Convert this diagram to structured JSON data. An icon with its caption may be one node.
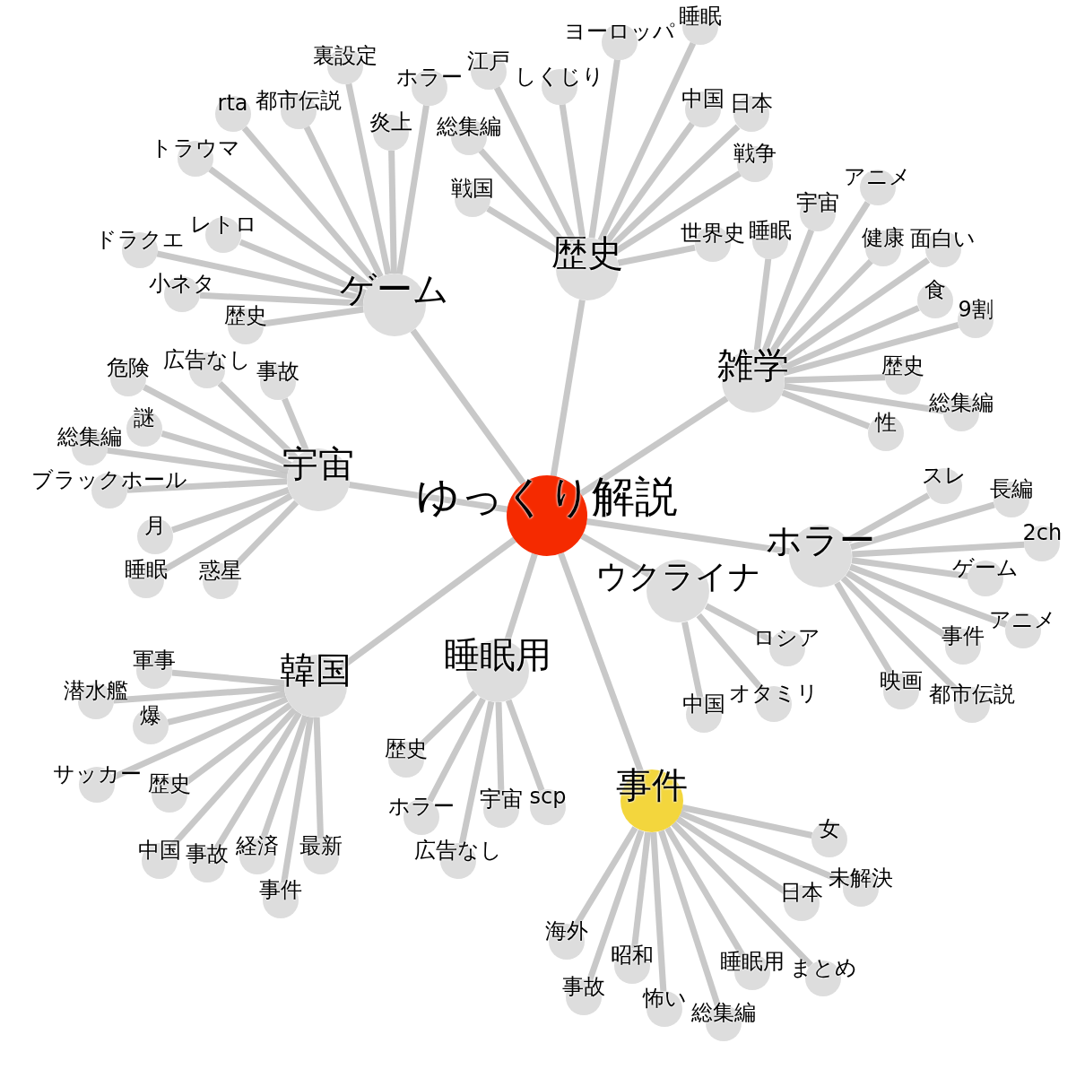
{
  "diagram": {
    "nodes": [
      {
        "text": [
          "ゆっくり解説"
        ]
      },
      {
        "text": [
          "歴史"
        ]
      },
      {
        "text": [
          "江戸"
        ]
      },
      {
        "text": [
          "睡眠"
        ]
      },
      {
        "text": [
          "総集編"
        ]
      },
      {
        "text": [
          "ヨーロッパ"
        ]
      },
      {
        "text": [
          "日本"
        ]
      },
      {
        "text": [
          "しくじり"
        ]
      },
      {
        "text": [
          "中国"
        ]
      },
      {
        "text": [
          "戦争"
        ]
      },
      {
        "text": [
          "戦国"
        ]
      },
      {
        "text": [
          "世界史"
        ]
      },
      {
        "text": [
          "ゲーム"
        ]
      },
      {
        "text": [
          "rta"
        ]
      },
      {
        "text": [
          "裏設定"
        ]
      },
      {
        "text": [
          "ホラー"
        ]
      },
      {
        "text": [
          "トラウマ"
        ]
      },
      {
        "text": [
          "都市伝説"
        ]
      },
      {
        "text": [
          "炎上"
        ]
      },
      {
        "text": [
          "ドラクエ"
        ]
      },
      {
        "text": [
          "レトロ"
        ]
      },
      {
        "text": [
          "小ネタ"
        ]
      },
      {
        "text": [
          "歴史"
        ]
      },
      {
        "text": [
          "雑学"
        ]
      },
      {
        "text": [
          "宇宙"
        ]
      },
      {
        "text": [
          "アニメ"
        ]
      },
      {
        "text": [
          "睡眠"
        ]
      },
      {
        "text": [
          "面白い"
        ]
      },
      {
        "text": [
          "健康"
        ]
      },
      {
        "text": [
          "食"
        ]
      },
      {
        "text": [
          "9割"
        ]
      },
      {
        "text": [
          "歴史"
        ]
      },
      {
        "text": [
          "総集編"
        ]
      },
      {
        "text": [
          "性"
        ]
      },
      {
        "text": [
          "宇宙"
        ]
      },
      {
        "text": [
          "広告なし"
        ]
      },
      {
        "text": [
          "危険"
        ]
      },
      {
        "text": [
          "事故"
        ]
      },
      {
        "text": [
          "謎"
        ]
      },
      {
        "text": [
          "総集編"
        ]
      },
      {
        "text": [
          "ブラックホール"
        ]
      },
      {
        "text": [
          "月"
        ]
      },
      {
        "text": [
          "睡眠"
        ]
      },
      {
        "text": [
          "惑星"
        ]
      },
      {
        "text": [
          "ホラー"
        ]
      },
      {
        "text": [
          "スレ"
        ]
      },
      {
        "text": [
          "長編"
        ]
      },
      {
        "text": [
          "2ch"
        ]
      },
      {
        "text": [
          "ゲーム"
        ]
      },
      {
        "text": [
          "アニメ"
        ]
      },
      {
        "text": [
          "事件"
        ]
      },
      {
        "text": [
          "都市伝説"
        ]
      },
      {
        "text": [
          "映画"
        ]
      },
      {
        "text": [
          "ウクライナ"
        ]
      },
      {
        "text": [
          "ロシア"
        ]
      },
      {
        "text": [
          "オタミリ"
        ]
      },
      {
        "text": [
          "中国"
        ]
      },
      {
        "text": [
          "韓国"
        ]
      },
      {
        "text": [
          "軍事"
        ]
      },
      {
        "text": [
          "潜水艦"
        ]
      },
      {
        "text": [
          "爆"
        ]
      },
      {
        "text": [
          "サッカー"
        ]
      },
      {
        "text": [
          "歴史"
        ]
      },
      {
        "text": [
          "経済"
        ]
      },
      {
        "text": [
          "中国"
        ]
      },
      {
        "text": [
          "事故"
        ]
      },
      {
        "text": [
          "最新"
        ]
      },
      {
        "text": [
          "事件"
        ]
      },
      {
        "text": [
          "睡眠用"
        ]
      },
      {
        "text": [
          "歴史"
        ]
      },
      {
        "text": [
          "宇宙"
        ]
      },
      {
        "text": [
          "scp"
        ]
      },
      {
        "text": [
          "ホラー"
        ]
      },
      {
        "text": [
          "広告なし"
        ]
      },
      {
        "text": [
          "事件"
        ]
      },
      {
        "text": [
          "女"
        ]
      },
      {
        "text": [
          "日本"
        ]
      },
      {
        "text": [
          "未解決"
        ]
      },
      {
        "text": [
          "昭和"
        ]
      },
      {
        "text": [
          "睡眠用"
        ]
      },
      {
        "text": [
          "海外"
        ]
      },
      {
        "text": [
          "まとめ"
        ]
      },
      {
        "text": [
          "事故"
        ]
      },
      {
        "text": [
          "怖い"
        ]
      },
      {
        "text": [
          "総集編"
        ]
      }
    ],
    "edges": [
      {
        "from": 0,
        "to": 1,
        "arrow": "none"
      },
      {
        "from": 0,
        "to": 12,
        "arrow": "none"
      },
      {
        "from": 0,
        "to": 23,
        "arrow": "none"
      },
      {
        "from": 0,
        "to": 34,
        "arrow": "none"
      },
      {
        "from": 0,
        "to": 44,
        "arrow": "none"
      },
      {
        "from": 0,
        "to": 53,
        "arrow": "none"
      },
      {
        "from": 0,
        "to": 57,
        "arrow": "none"
      },
      {
        "from": 0,
        "to": 68,
        "arrow": "none"
      },
      {
        "from": 0,
        "to": 74,
        "arrow": "none"
      },
      {
        "from": 1,
        "to": 2,
        "arrow": "none"
      },
      {
        "from": 1,
        "to": 3,
        "arrow": "none"
      },
      {
        "from": 1,
        "to": 4,
        "arrow": "none"
      },
      {
        "from": 1,
        "to": 5,
        "arrow": "none"
      },
      {
        "from": 1,
        "to": 6,
        "arrow": "none"
      },
      {
        "from": 1,
        "to": 7,
        "arrow": "none"
      },
      {
        "from": 1,
        "to": 8,
        "arrow": "none"
      },
      {
        "from": 1,
        "to": 9,
        "arrow": "none"
      },
      {
        "from": 1,
        "to": 10,
        "arrow": "none"
      },
      {
        "from": 1,
        "to": 11,
        "arrow": "none"
      },
      {
        "from": 12,
        "to": 13,
        "arrow": "none"
      },
      {
        "from": 12,
        "to": 14,
        "arrow": "none"
      },
      {
        "from": 12,
        "to": 15,
        "arrow": "none"
      },
      {
        "from": 12,
        "to": 16,
        "arrow": "none"
      },
      {
        "from": 12,
        "to": 17,
        "arrow": "none"
      },
      {
        "from": 12,
        "to": 18,
        "arrow": "none"
      },
      {
        "from": 12,
        "to": 19,
        "arrow": "none"
      },
      {
        "from": 12,
        "to": 20,
        "arrow": "none"
      },
      {
        "from": 12,
        "to": 21,
        "arrow": "none"
      },
      {
        "from": 12,
        "to": 22,
        "arrow": "none"
      },
      {
        "from": 23,
        "to": 24,
        "arrow": "none"
      },
      {
        "from": 23,
        "to": 25,
        "arrow": "none"
      },
      {
        "from": 23,
        "to": 26,
        "arrow": "none"
      },
      {
        "from": 23,
        "to": 27,
        "arrow": "none"
      },
      {
        "from": 23,
        "to": 28,
        "arrow": "none"
      },
      {
        "from": 23,
        "to": 29,
        "arrow": "none"
      },
      {
        "from": 23,
        "to": 30,
        "arrow": "none"
      },
      {
        "from": 23,
        "to": 31,
        "arrow": "none"
      },
      {
        "from": 23,
        "to": 32,
        "arrow": "none"
      },
      {
        "from": 23,
        "to": 33,
        "arrow": "none"
      },
      {
        "from": 34,
        "to": 35,
        "arrow": "none"
      },
      {
        "from": 34,
        "to": 36,
        "arrow": "none"
      },
      {
        "from": 34,
        "to": 37,
        "arrow": "none"
      },
      {
        "from": 34,
        "to": 38,
        "arrow": "none"
      },
      {
        "from": 34,
        "to": 39,
        "arrow": "none"
      },
      {
        "from": 34,
        "to": 40,
        "arrow": "none"
      },
      {
        "from": 34,
        "to": 41,
        "arrow": "none"
      },
      {
        "from": 34,
        "to": 42,
        "arrow": "none"
      },
      {
        "from": 34,
        "to": 43,
        "arrow": "none"
      },
      {
        "from": 44,
        "to": 45,
        "arrow": "none"
      },
      {
        "from": 44,
        "to": 46,
        "arrow": "none"
      },
      {
        "from": 44,
        "to": 47,
        "arrow": "none"
      },
      {
        "from": 44,
        "to": 48,
        "arrow": "none"
      },
      {
        "from": 44,
        "to": 49,
        "arrow": "none"
      },
      {
        "from": 44,
        "to": 50,
        "arrow": "none"
      },
      {
        "from": 44,
        "to": 51,
        "arrow": "none"
      },
      {
        "from": 44,
        "to": 52,
        "arrow": "none"
      },
      {
        "from": 53,
        "to": 54,
        "arrow": "none"
      },
      {
        "from": 53,
        "to": 55,
        "arrow": "none"
      },
      {
        "from": 53,
        "to": 56,
        "arrow": "none"
      },
      {
        "from": 57,
        "to": 58,
        "arrow": "none"
      },
      {
        "from": 57,
        "to": 59,
        "arrow": "none"
      },
      {
        "from": 57,
        "to": 60,
        "arrow": "none"
      },
      {
        "from": 57,
        "to": 61,
        "arrow": "none"
      },
      {
        "from": 57,
        "to": 62,
        "arrow": "none"
      },
      {
        "from": 57,
        "to": 63,
        "arrow": "none"
      },
      {
        "from": 57,
        "to": 64,
        "arrow": "none"
      },
      {
        "from": 57,
        "to": 65,
        "arrow": "none"
      },
      {
        "from": 57,
        "to": 66,
        "arrow": "none"
      },
      {
        "from": 57,
        "to": 67,
        "arrow": "none"
      },
      {
        "from": 68,
        "to": 69,
        "arrow": "none"
      },
      {
        "from": 68,
        "to": 70,
        "arrow": "none"
      },
      {
        "from": 68,
        "to": 71,
        "arrow": "none"
      },
      {
        "from": 68,
        "to": 72,
        "arrow": "none"
      },
      {
        "from": 68,
        "to": 73,
        "arrow": "none"
      },
      {
        "from": 74,
        "to": 75,
        "arrow": "none"
      },
      {
        "from": 74,
        "to": 76,
        "arrow": "none"
      },
      {
        "from": 74,
        "to": 77,
        "arrow": "none"
      },
      {
        "from": 74,
        "to": 78,
        "arrow": "none"
      },
      {
        "from": 74,
        "to": 79,
        "arrow": "none"
      },
      {
        "from": 74,
        "to": 80,
        "arrow": "none"
      },
      {
        "from": 74,
        "to": 81,
        "arrow": "none"
      },
      {
        "from": 74,
        "to": 82,
        "arrow": "none"
      },
      {
        "from": 74,
        "to": 83,
        "arrow": "none"
      },
      {
        "from": 74,
        "to": 84,
        "arrow": "none"
      }
    ]
  }
}
